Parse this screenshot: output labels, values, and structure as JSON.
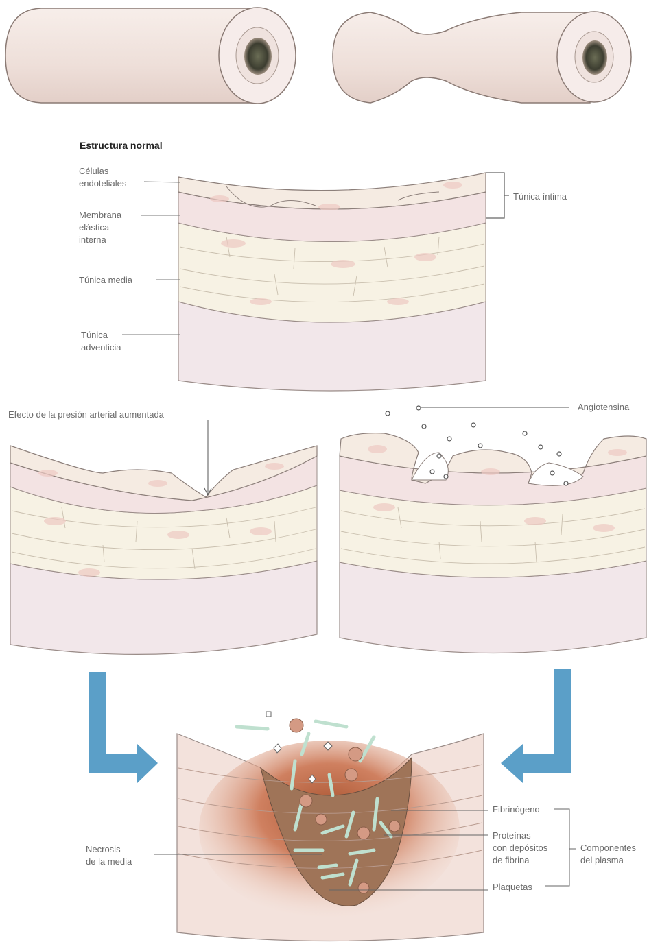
{
  "section_title": "Estructura normal",
  "labels": {
    "endothelial_cells": "Células\nendoteliales",
    "internal_elastic": "Membrana\nelástica\ninterna",
    "tunica_media": "Túnica media",
    "tunica_adventitia": "Túnica\nadventicia",
    "tunica_intima": "Túnica íntima",
    "pressure_effect": "Efecto de la presión arterial aumentada",
    "angiotensin": "Angiotensina",
    "fibrinogen": "Fibrinógeno",
    "proteins": "Proteínas\ncon depósitos\nde fibrina",
    "platelets": "Plaquetas",
    "plasma_components": "Componentes\ndel plasma",
    "media_necrosis": "Necrosis\nde la media"
  },
  "colors": {
    "vessel": "#f1e4df",
    "intima": "#f4e6e3",
    "media": "#f6f1e3",
    "adventitia": "#f1e6e9",
    "arrow": "#5b9fc8",
    "necrosis": "#c46a4a",
    "fibrin": "#bfe0cf"
  }
}
